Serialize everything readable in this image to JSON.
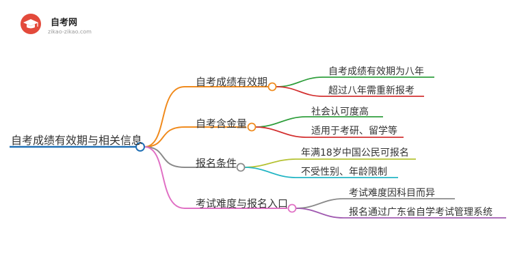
{
  "logo": {
    "name": "自考网",
    "url": "zikao-zikao.com",
    "icon": "graduation-cap-icon",
    "color": "#e34a3b"
  },
  "root": {
    "label": "自考成绩有效期与相关信息",
    "color": "#1e6fb5"
  },
  "branches": [
    {
      "label": "自考成绩有效期",
      "color": "#f08a1c",
      "leaves": [
        {
          "label": "自考成绩有效期为八年",
          "color": "#2e9e3b"
        },
        {
          "label": "超过八年需重新报考",
          "color": "#d32f2f"
        }
      ]
    },
    {
      "label": "自考含金量",
      "color": "#f08a1c",
      "leaves": [
        {
          "label": "社会认可度高",
          "color": "#2e9e3b"
        },
        {
          "label": "适用于考研、留学等",
          "color": "#d32f2f"
        }
      ]
    },
    {
      "label": "报名条件",
      "color": "#8a8a8a",
      "leaves": [
        {
          "label": "年满18岁中国公民可报名",
          "color": "#b5c233"
        },
        {
          "label": "不受性别、年龄限制",
          "color": "#22b5c4"
        }
      ]
    },
    {
      "label": "考试难度与报名入口",
      "color": "#e06fc4",
      "leaves": [
        {
          "label": "考试难度因科目而异",
          "color": "#8a8a8a"
        },
        {
          "label": "报名通过广东省自学考试管理系统",
          "color": "#a05ab0"
        }
      ]
    }
  ]
}
